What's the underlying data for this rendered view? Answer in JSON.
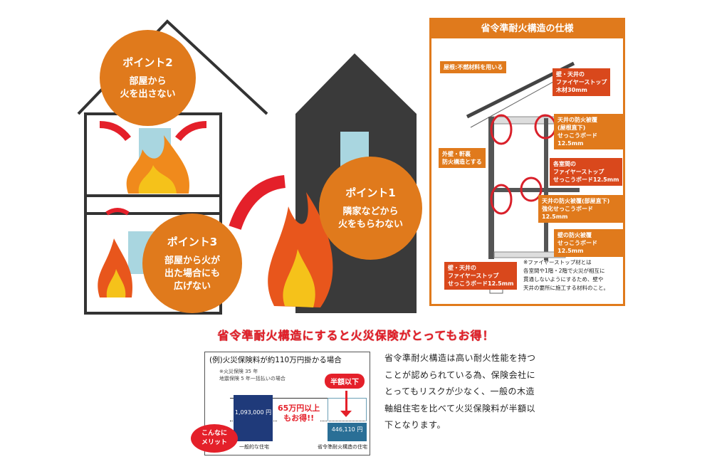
{
  "points": [
    {
      "title": "ポイント2",
      "text": "部屋から\n火を出さない"
    },
    {
      "title": "ポイント3",
      "text": "部屋から火が\n出た場合にも\n広げない"
    },
    {
      "title": "ポイント1",
      "text": "隣家などから\n火をもらわない"
    }
  ],
  "spec_panel": {
    "title": "省令準耐火構造の仕様",
    "labels": [
      "屋根:不燃材料を用いる",
      "壁・天井の\nファイヤーストップ\n木材30mm",
      "天井の防火被覆\n(屋根直下)\nせっこうボード12.5mm",
      "外壁・軒裏\n防火構造とする",
      "各室間の\nファイヤーストップ\nせっこうボード12.5mm",
      "天井の防火被覆(部屋直下)\n強化せっこうボード 12.5mm",
      "壁の防火被覆\nせっこうボード 12.5mm",
      "壁・天井の\nファイヤーストップ\nせっこうボード12.5mm"
    ],
    "note": "※ファイヤーストップ材とは\n各室間や1階・2階で火災が相互に\n貫通しないようにするため、壁や\n天井の要所に施工する材料のこと。"
  },
  "headline": "省令準耐火構造にすると火災保険がとってもお得！",
  "chart_data": {
    "type": "bar",
    "title": "(例)火災保険料が約110万円掛かる場合",
    "note": "※火災保険 35 年\n地震保険 5 年一括払いの場合",
    "categories": [
      "一般的な住宅",
      "省令準耐火構造の住宅"
    ],
    "values": [
      1093000,
      446110
    ],
    "value_labels": [
      "1,093,000 円",
      "446,110 円"
    ],
    "colors": [
      "#1f3a7a",
      "#2a6f96"
    ],
    "ylim": [
      0,
      1100000
    ],
    "badge": "半額以下",
    "callout": "65万円以上\nもお得!!",
    "merit": "こんなに\nメリット"
  },
  "paragraph": "省令準耐火構造は高い耐火性能を持つことが認められている為、保険会社にとってもリスクが少なく、一般の木造軸組住宅を比べて火災保険料が半額以下となります。"
}
